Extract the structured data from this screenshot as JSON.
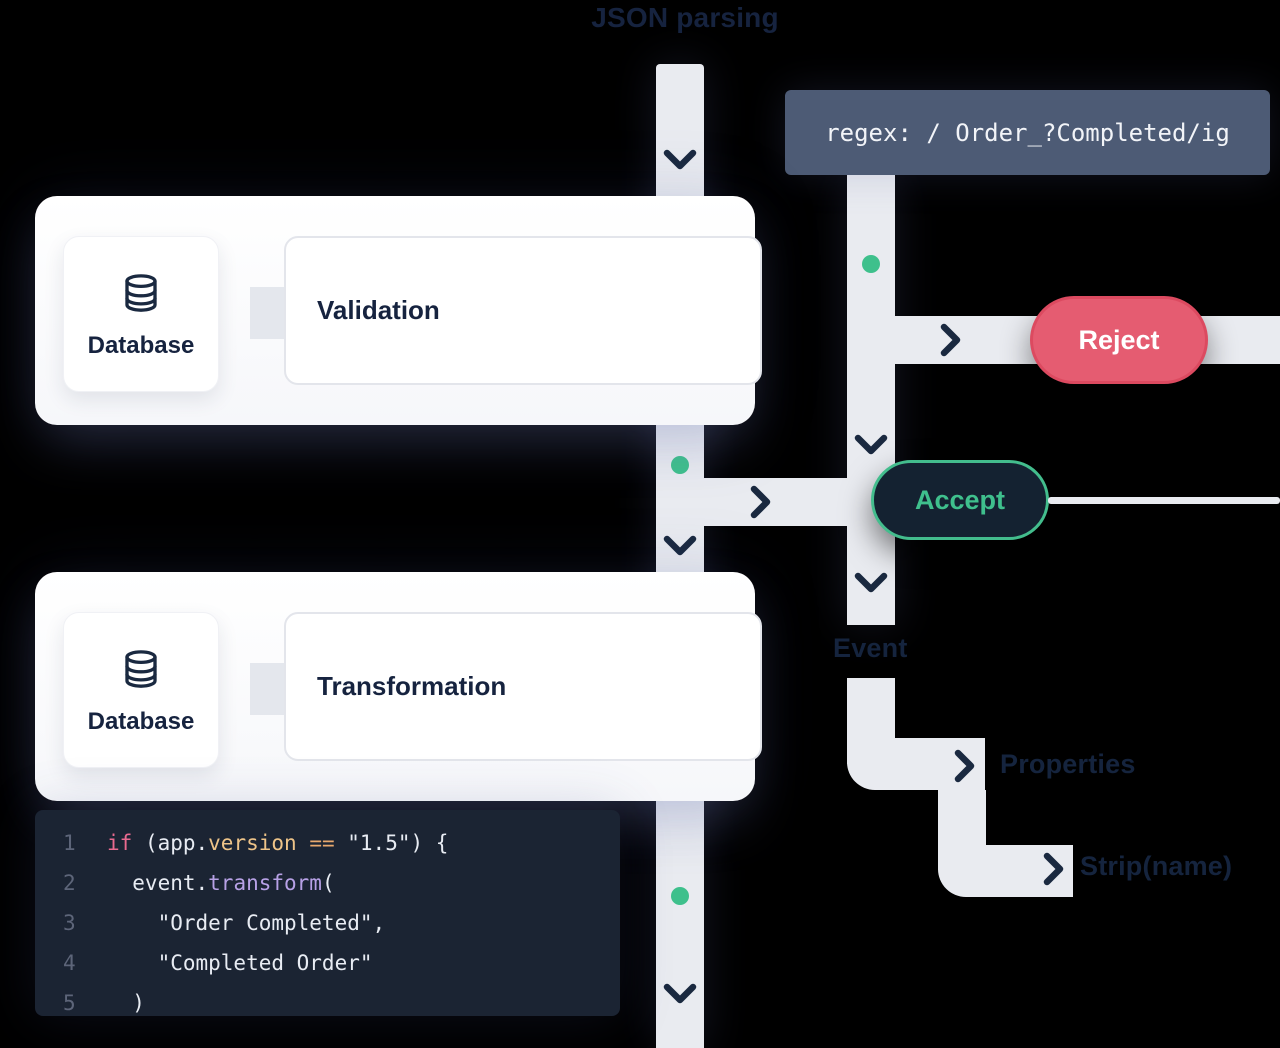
{
  "headline": "JSON parsing",
  "regex_chip": {
    "text": "regex: / Order_?Completed/ig"
  },
  "nodes": [
    {
      "source_label": "Database",
      "step_label": "Validation"
    },
    {
      "source_label": "Database",
      "step_label": "Transformation"
    }
  ],
  "buttons": {
    "reject_label": "Reject",
    "accept_label": "Accept"
  },
  "flow_labels": {
    "event": "Event",
    "properties": "Properties",
    "strip": "Strip(name)"
  },
  "icons": {
    "database": "database-cylinder",
    "chevron_down": "v",
    "chevron_right": ">",
    "event_dot": "green-circle"
  },
  "colors": {
    "background": "#000000",
    "band": "#e9ebf0",
    "navy_text": "#16233f",
    "accent_green": "#3ec08c",
    "reject_fill": "#e55c71",
    "reject_border": "#dc4a60",
    "accept_fill": "#142231",
    "accept_border": "#43bd8d",
    "regex_bg": "#4d5b75",
    "code_bg": "#1b2433"
  },
  "code_block": {
    "lines": [
      {
        "num": "1",
        "tokens": [
          [
            "k",
            "if"
          ],
          [
            "p",
            " (app."
          ],
          [
            "a",
            "version"
          ],
          [
            "p",
            " "
          ],
          [
            "o",
            "=="
          ],
          [
            "p",
            " \"1.5\") {"
          ]
        ]
      },
      {
        "num": "2",
        "tokens": [
          [
            "p",
            "  event."
          ],
          [
            "f",
            "transform"
          ],
          [
            "p",
            "("
          ]
        ]
      },
      {
        "num": "3",
        "tokens": [
          [
            "p",
            "    \"Order Completed\","
          ]
        ]
      },
      {
        "num": "4",
        "tokens": [
          [
            "p",
            "    \"Completed Order\""
          ]
        ]
      },
      {
        "num": "5",
        "tokens": [
          [
            "p",
            "  )"
          ]
        ]
      }
    ]
  }
}
